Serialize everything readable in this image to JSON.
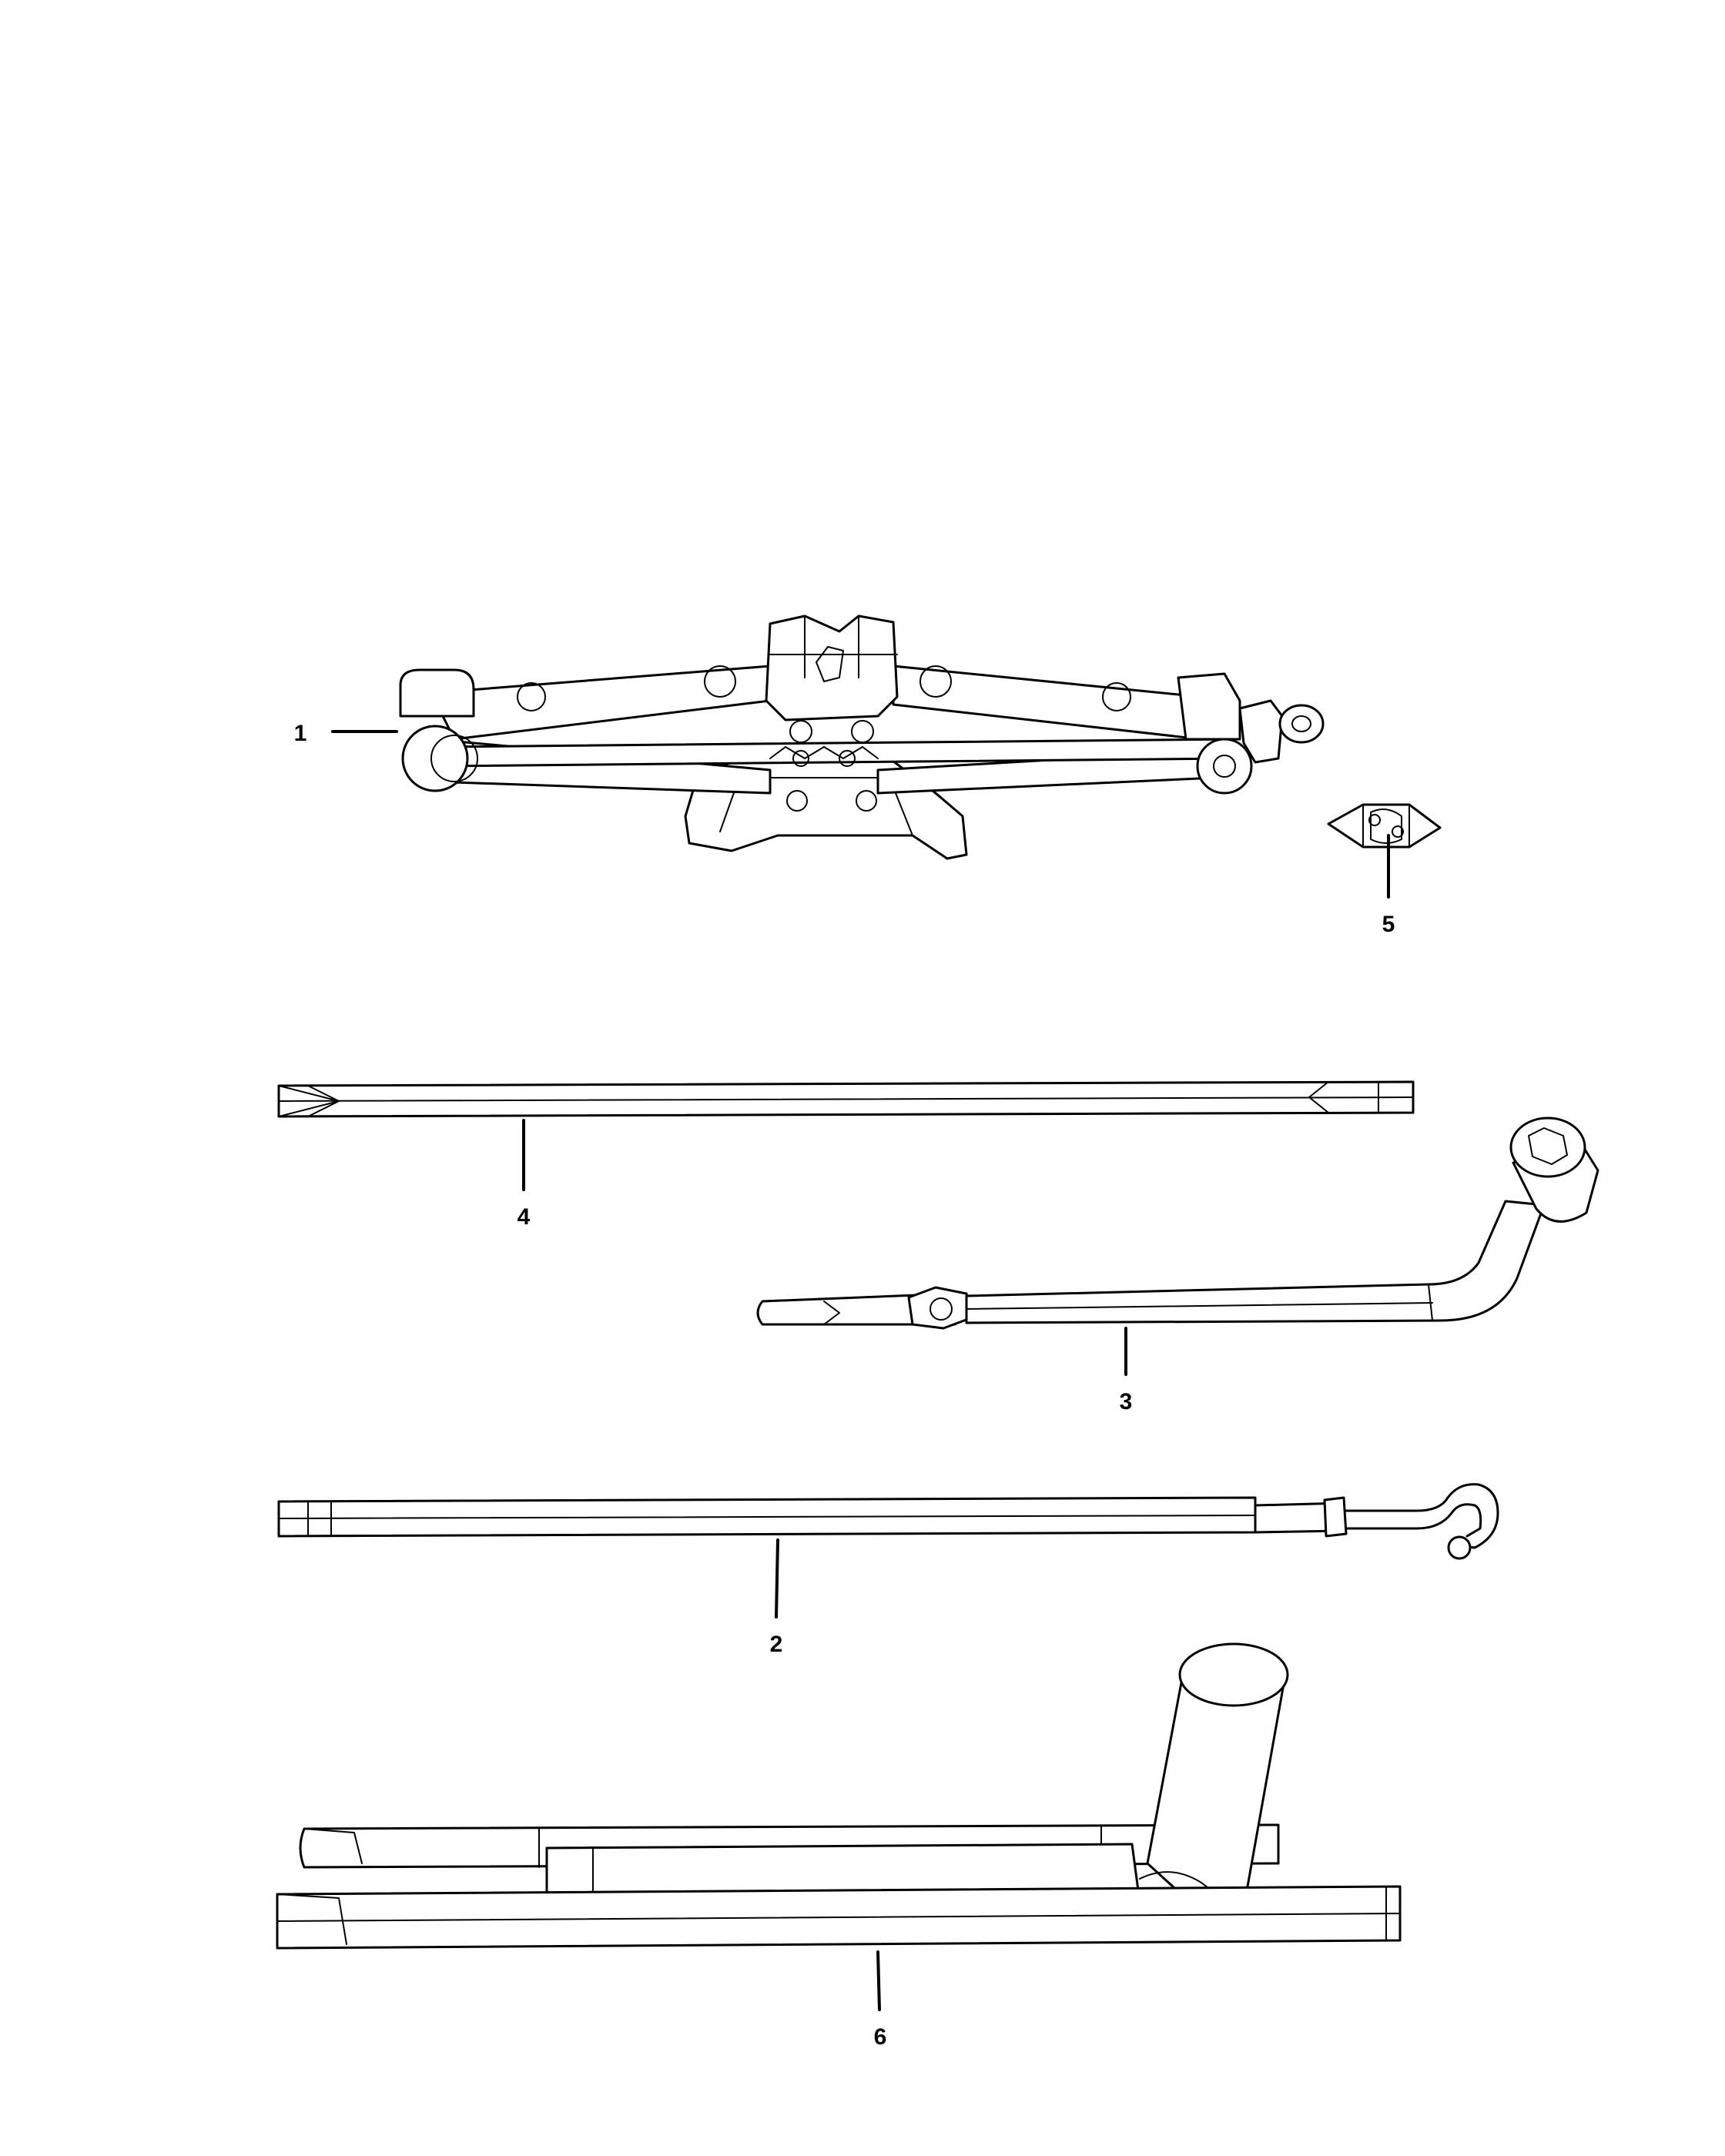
{
  "callouts": [
    {
      "id": "1",
      "label": "1",
      "part": "scissor-jack"
    },
    {
      "id": "2",
      "label": "2",
      "part": "hook-rod"
    },
    {
      "id": "3",
      "label": "3",
      "part": "lug-wrench"
    },
    {
      "id": "4",
      "label": "4",
      "part": "extension-bar"
    },
    {
      "id": "5",
      "label": "5",
      "part": "jack-handle-adapter"
    },
    {
      "id": "6",
      "label": "6",
      "part": "wheel-wrench-set"
    }
  ]
}
